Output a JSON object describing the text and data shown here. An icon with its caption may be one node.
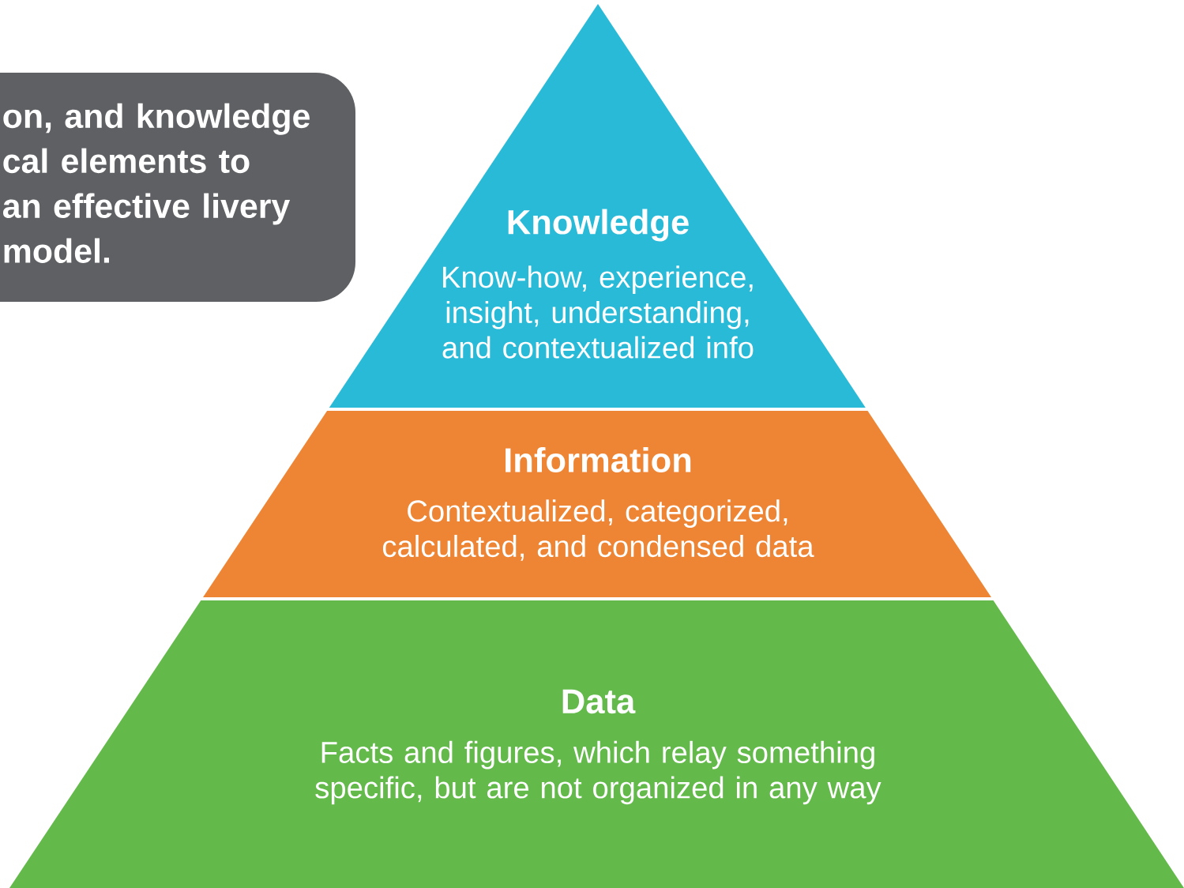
{
  "diagram": {
    "nodes": [
      {
        "text": [
          "on, and knowledge cal elements to an effective livery model."
        ]
      },
      {
        "text": [
          "Knowledge",
          "Know-how, experience, insight, understanding, and contextualized info"
        ]
      },
      {
        "text": [
          "Information",
          "Contextualized, categorized, calculated, and condensed data"
        ]
      },
      {
        "text": [
          "Data",
          "Facts and figures, which relay something specific, but are not organized in any way"
        ]
      }
    ]
  }
}
